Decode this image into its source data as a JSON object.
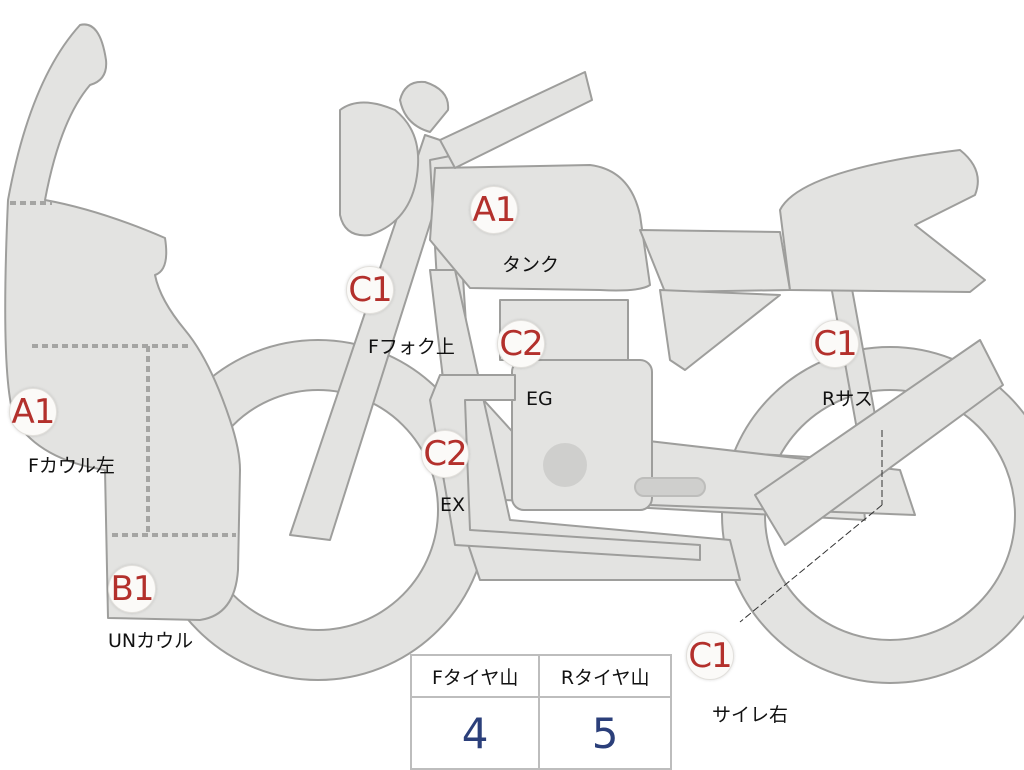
{
  "colors": {
    "body": "#e3e3e1",
    "outline": "#9e9e9c",
    "badge_text": "#b3302c",
    "value_text": "#2b3f7a"
  },
  "markers": [
    {
      "id": "f-cowl-left",
      "grade": "A1",
      "label": "Fカウル左"
    },
    {
      "id": "un-cowl",
      "grade": "B1",
      "label": "UNカウル"
    },
    {
      "id": "f-fork-upper",
      "grade": "C1",
      "label": "Fフォク上"
    },
    {
      "id": "tank",
      "grade": "A1",
      "label": "タンク"
    },
    {
      "id": "engine",
      "grade": "C2",
      "label": "EG"
    },
    {
      "id": "exhaust",
      "grade": "C2",
      "label": "EX"
    },
    {
      "id": "r-suspension",
      "grade": "C1",
      "label": "Rサス"
    },
    {
      "id": "muffler-right",
      "grade": "C1",
      "label": "サイレ右"
    }
  ],
  "tire_table": {
    "front_header": "Fタイヤ山",
    "rear_header": "Rタイヤ山",
    "front_value": "4",
    "rear_value": "5"
  }
}
